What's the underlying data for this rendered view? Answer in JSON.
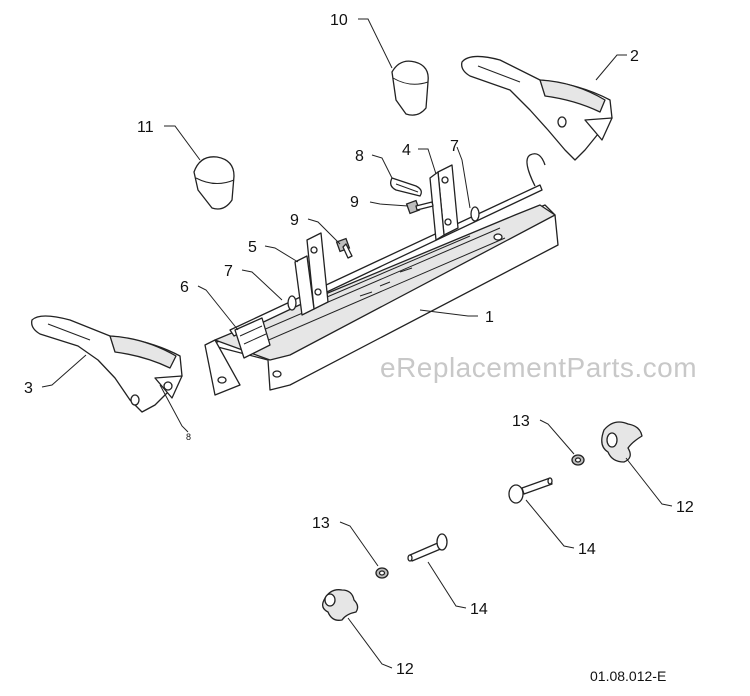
{
  "watermark": "eReplacementParts.com",
  "diagram_code": "01.08.012-E",
  "callouts": {
    "c1": "1",
    "c2": "2",
    "c3": "3",
    "c4": "4",
    "c5": "5",
    "c6": "6",
    "c7a": "7",
    "c7b": "7",
    "c8": "8",
    "c8small": "8",
    "c9a": "9",
    "c9b": "9",
    "c10": "10",
    "c11": "11",
    "c12a": "12",
    "c12b": "12",
    "c13a": "13",
    "c13b": "13",
    "c14a": "14",
    "c14b": "14"
  }
}
